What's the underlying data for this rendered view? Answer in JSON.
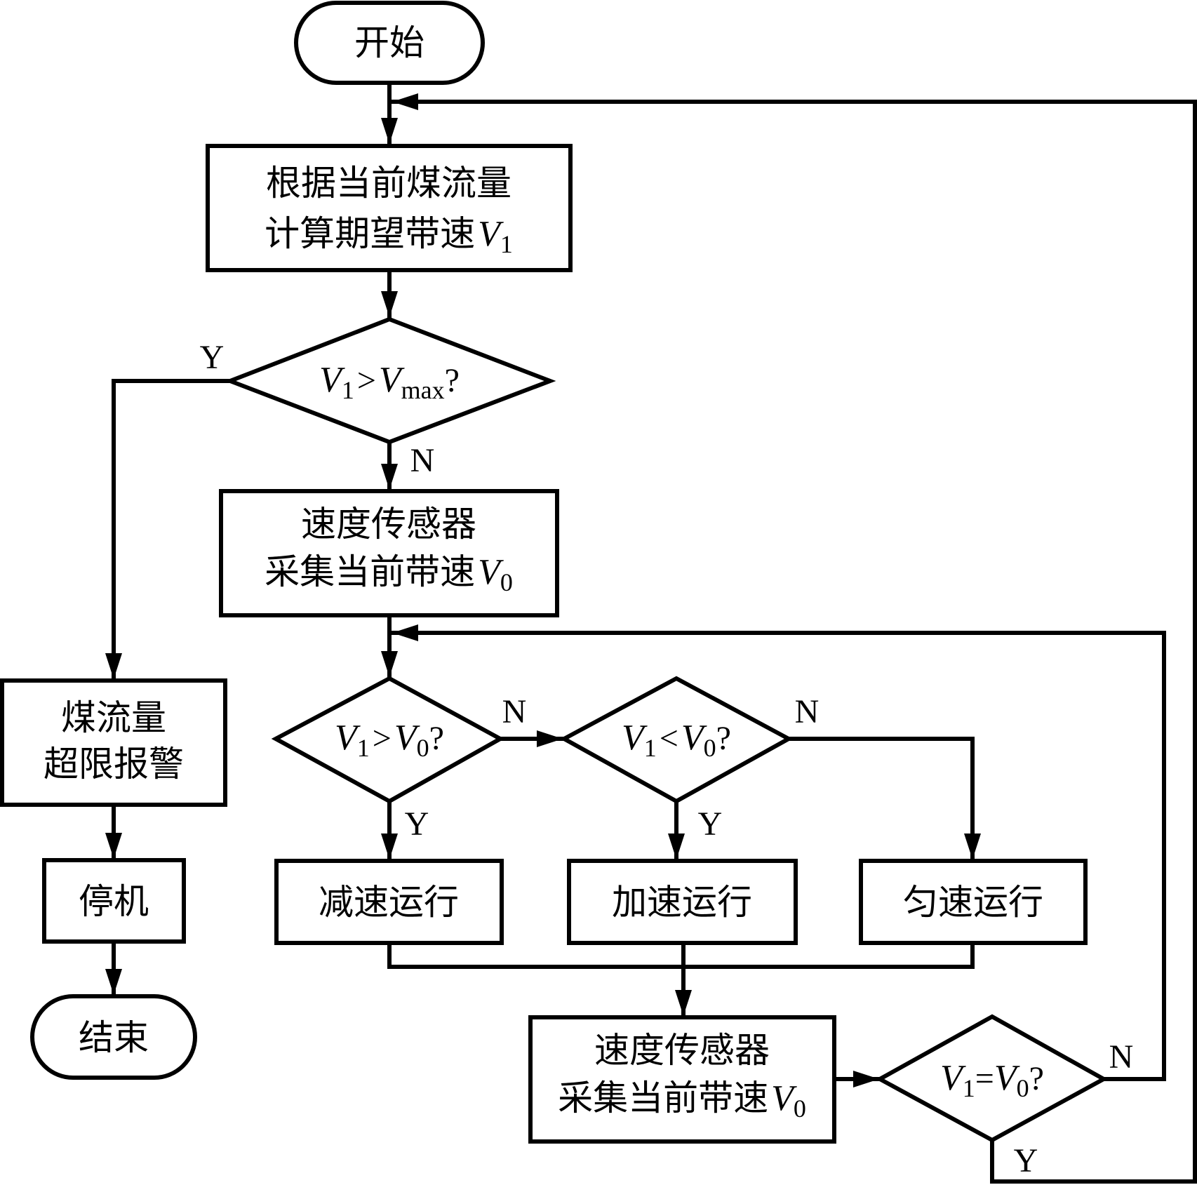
{
  "diagram": {
    "type": "flowchart",
    "nodes": {
      "start": {
        "kind": "terminator",
        "label": "开始"
      },
      "compute_v1": {
        "kind": "process",
        "lines": [
          "根据当前煤流量",
          "计算期望带速"
        ],
        "var": "V",
        "sub": "1"
      },
      "check_vmax": {
        "kind": "decision",
        "lhs": "V",
        "lhs_sub": "1",
        "op": ">",
        "rhs": "V",
        "rhs_sub": "max",
        "q": "?"
      },
      "sensor_1": {
        "kind": "process",
        "lines": [
          "速度传感器",
          "采集当前带速"
        ],
        "var": "V",
        "sub": "0"
      },
      "alarm": {
        "kind": "process",
        "lines": [
          "煤流量",
          "超限报警"
        ]
      },
      "stop": {
        "kind": "process",
        "label": "停机"
      },
      "end": {
        "kind": "terminator",
        "label": "结束"
      },
      "check_gt": {
        "kind": "decision",
        "lhs": "V",
        "lhs_sub": "1",
        "op": ">",
        "rhs": "V",
        "rhs_sub": "0",
        "q": "?"
      },
      "check_lt": {
        "kind": "decision",
        "lhs": "V",
        "lhs_sub": "1",
        "op": "<",
        "rhs": "V",
        "rhs_sub": "0",
        "q": "?"
      },
      "decelerate": {
        "kind": "process",
        "label": "减速运行"
      },
      "accelerate": {
        "kind": "process",
        "label": "加速运行"
      },
      "constant": {
        "kind": "process",
        "label": "匀速运行"
      },
      "sensor_2": {
        "kind": "process",
        "lines": [
          "速度传感器",
          "采集当前带速"
        ],
        "var": "V",
        "sub": "0"
      },
      "check_eq": {
        "kind": "decision",
        "lhs": "V",
        "lhs_sub": "1",
        "op": "=",
        "rhs": "V",
        "rhs_sub": "0",
        "q": "?"
      }
    },
    "edge_labels": {
      "vmax_yes": "Y",
      "vmax_no": "N",
      "gt_no": "N",
      "gt_yes": "Y",
      "lt_no": "N",
      "lt_yes": "Y",
      "eq_no": "N",
      "eq_yes": "Y"
    },
    "edges": [
      {
        "from": "start",
        "to": "compute_v1"
      },
      {
        "from": "compute_v1",
        "to": "check_vmax"
      },
      {
        "from": "check_vmax",
        "to": "alarm",
        "label": "Y"
      },
      {
        "from": "check_vmax",
        "to": "sensor_1",
        "label": "N"
      },
      {
        "from": "alarm",
        "to": "stop"
      },
      {
        "from": "stop",
        "to": "end"
      },
      {
        "from": "sensor_1",
        "to": "check_gt"
      },
      {
        "from": "check_gt",
        "to": "decelerate",
        "label": "Y"
      },
      {
        "from": "check_gt",
        "to": "check_lt",
        "label": "N"
      },
      {
        "from": "check_lt",
        "to": "accelerate",
        "label": "Y"
      },
      {
        "from": "check_lt",
        "to": "constant",
        "label": "N"
      },
      {
        "from": "decelerate",
        "to": "sensor_2"
      },
      {
        "from": "accelerate",
        "to": "sensor_2"
      },
      {
        "from": "constant",
        "to": "sensor_2"
      },
      {
        "from": "sensor_2",
        "to": "check_eq"
      },
      {
        "from": "check_eq",
        "to": "check_gt",
        "label": "N"
      },
      {
        "from": "check_eq",
        "to": "compute_v1",
        "label": "Y"
      }
    ]
  }
}
